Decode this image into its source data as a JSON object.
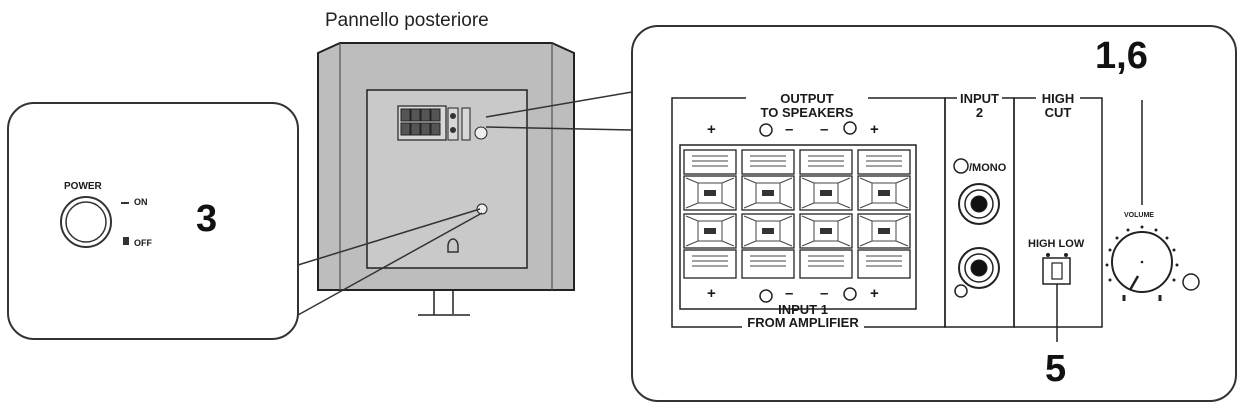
{
  "diagram": {
    "title": "Pannello posteriore",
    "callouts": {
      "power_step": "3",
      "volume_step": "1,6",
      "highcut_step": "5"
    },
    "power_panel": {
      "label": "POWER",
      "on_label": "ON",
      "off_label": "OFF"
    },
    "output_section": {
      "title_line1": "OUTPUT",
      "title_line2": "TO SPEAKERS",
      "input_line1": "INPUT 1",
      "input_line2": "FROM AMPLIFIER",
      "plus": "+",
      "minus": "–"
    },
    "input2_section": {
      "title_line1": "INPUT",
      "title_line2": "2",
      "mono_label": "/MONO"
    },
    "highcut_section": {
      "title_line1": "HIGH",
      "title_line2": "CUT",
      "switch_label": "HIGH LOW"
    },
    "volume_label": "VOLUME"
  }
}
